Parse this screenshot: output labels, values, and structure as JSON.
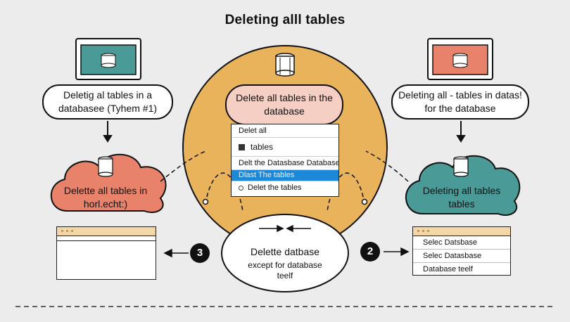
{
  "title": "Deleting alll tables",
  "left": {
    "label": "Deletig al tables in a databasee (Tyhem #1)",
    "cloud_text": "Delette all tables in horl.echt:)",
    "step_number": "3"
  },
  "right": {
    "label": "Deleting all - tables in datas! for the database",
    "cloud_text": "Deleting all tables tables",
    "step_number": "2",
    "list_items": [
      "Selec Datsbase",
      "Selec Datasbase",
      "Database teelf"
    ]
  },
  "center": {
    "bubble": "Delete all tables in the database",
    "menu_items": [
      {
        "label": "Delet all",
        "kind": "plain"
      },
      {
        "label": "tables",
        "kind": "icon"
      },
      {
        "label": "Delt the Datasbase Database",
        "kind": "plain"
      },
      {
        "label": "Dlast The tables",
        "kind": "selected"
      },
      {
        "label": "Delet the tables",
        "kind": "radio"
      }
    ],
    "bottom_title": "Delette datbase",
    "bottom_sub": "except for database teelf"
  },
  "colors": {
    "background": "#ececec",
    "orange_circle": "#e9b35c",
    "salmon": "#e8826a",
    "teal": "#4a9b98",
    "highlight_blue": "#1e88d8",
    "pink_bubble": "#f6cfc4"
  },
  "icons": [
    "database-icon",
    "arrow-down-icon",
    "arrow-left-icon",
    "arrow-right-icon"
  ]
}
